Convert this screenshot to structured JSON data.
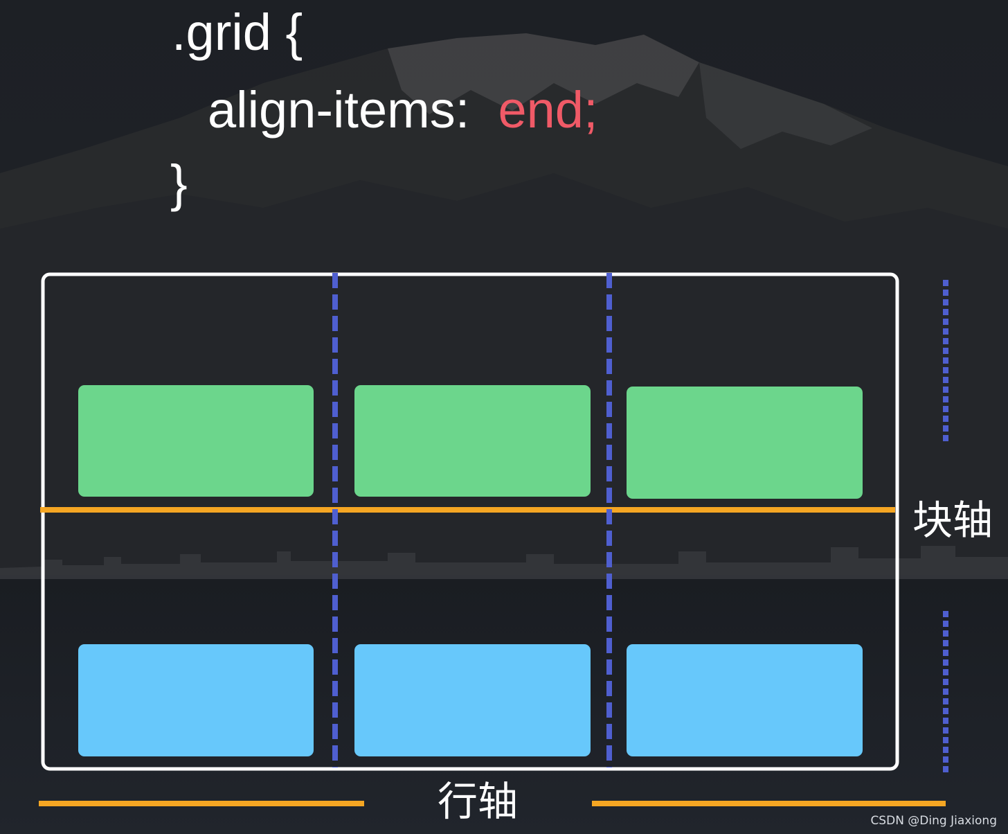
{
  "code": {
    "selector": ".grid {",
    "property": "align-items:",
    "value": "end;",
    "closing": "}"
  },
  "labels": {
    "block_axis": "块轴",
    "inline_axis": "行轴"
  },
  "watermark": "CSDN @Ding Jiaxiong",
  "colors": {
    "background": "#1c1f24",
    "container_border": "#ffffff",
    "column_divider": "#4f5fd0",
    "axis_line": "#f5a623",
    "row1_item": "#6cd68c",
    "row2_item": "#67c8fb",
    "value_text": "#f05a67"
  },
  "grid": {
    "columns": 3,
    "rows": 2,
    "row_colors": [
      "row1_item",
      "row2_item"
    ]
  },
  "decor": {
    "background_scene": "mountain-landscape"
  }
}
